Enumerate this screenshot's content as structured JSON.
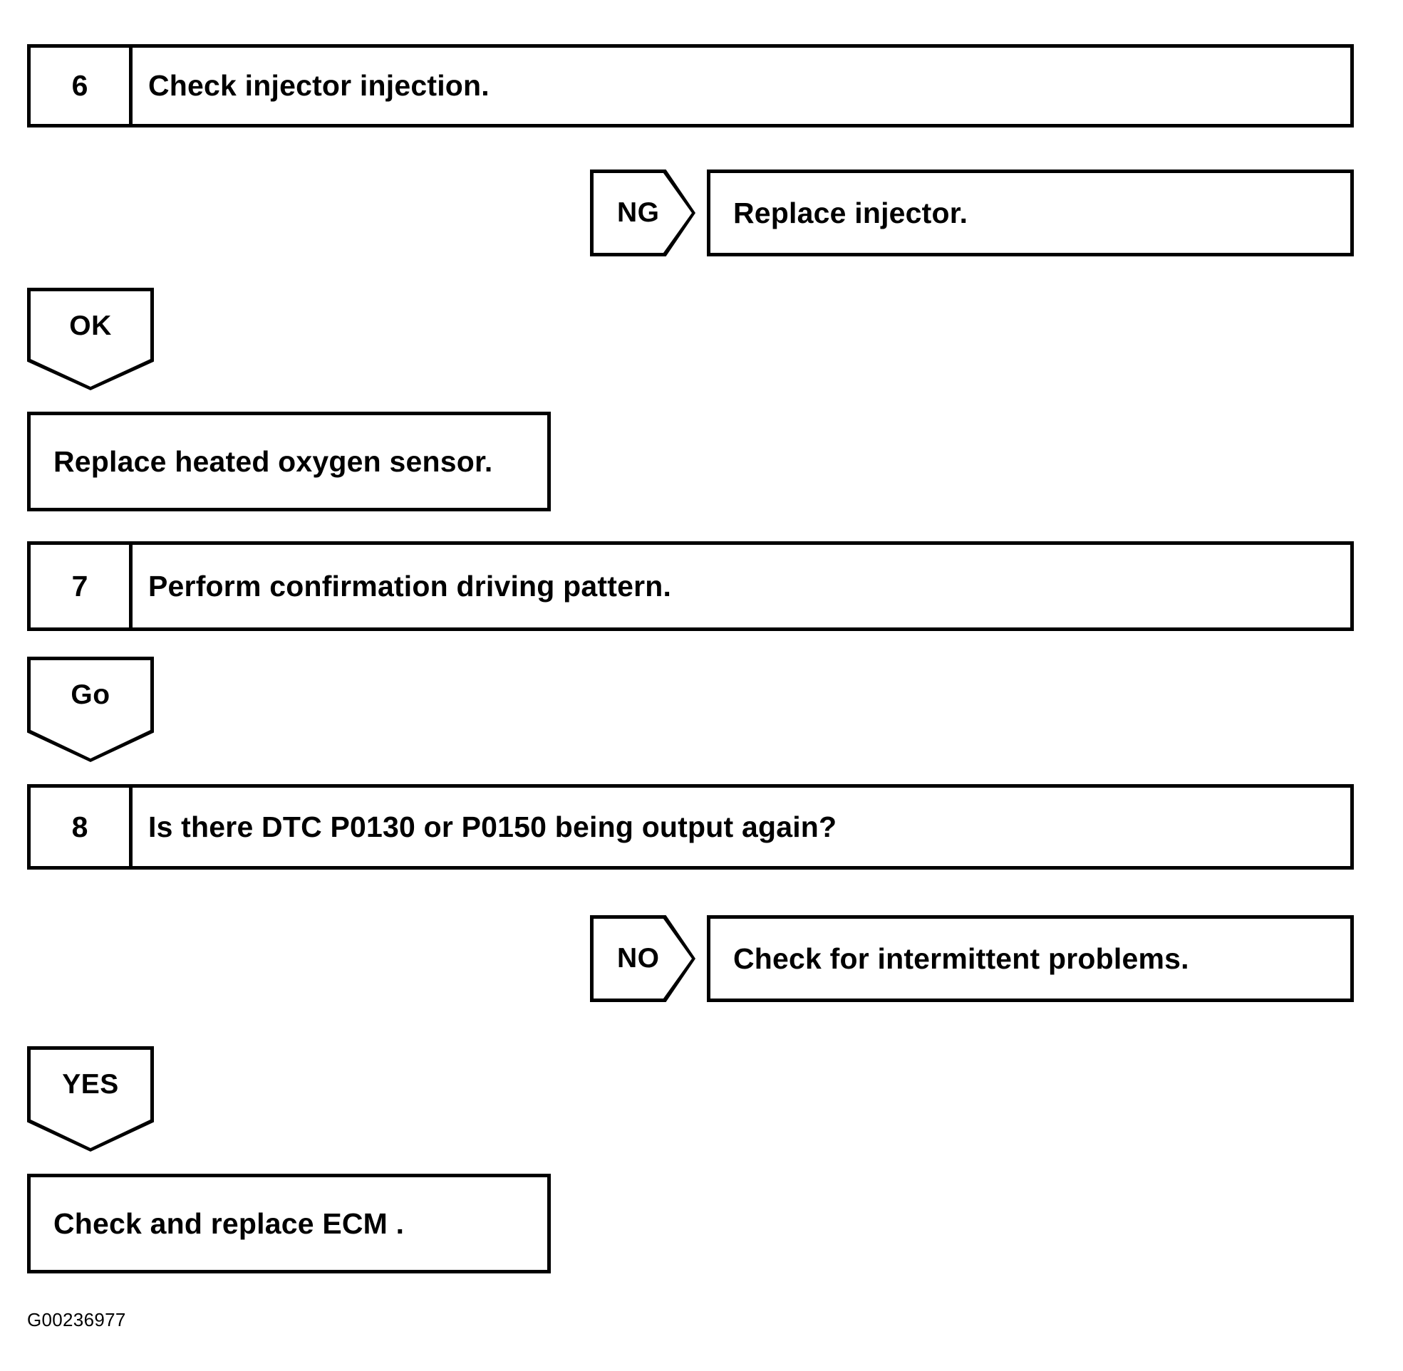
{
  "document": {
    "type": "diagnostic-flowchart",
    "footer_id": "G00236977"
  },
  "flow": {
    "steps": [
      {
        "number": "6",
        "text": "Check injector injection."
      },
      {
        "number": "7",
        "text": "Perform confirmation driving pattern."
      },
      {
        "number": "8",
        "text": "Is there DTC P0130 or P0150 being output again?"
      }
    ],
    "branches": [
      {
        "label": "NG",
        "direction": "right",
        "result": "Replace injector."
      },
      {
        "label": "OK",
        "direction": "down",
        "result": "Replace heated oxygen sensor."
      },
      {
        "label": "Go",
        "direction": "down",
        "result": ""
      },
      {
        "label": "NO",
        "direction": "right",
        "result": "Check for intermittent problems."
      },
      {
        "label": "YES",
        "direction": "down",
        "result": "Check and replace ECM ."
      }
    ],
    "results": [
      {
        "text": "Replace injector."
      },
      {
        "text": "Replace heated oxygen sensor."
      },
      {
        "text": "Check for intermittent problems."
      },
      {
        "text": "Check and replace ECM ."
      }
    ]
  },
  "colors": {
    "ink": "#000000",
    "paper": "#ffffff"
  }
}
